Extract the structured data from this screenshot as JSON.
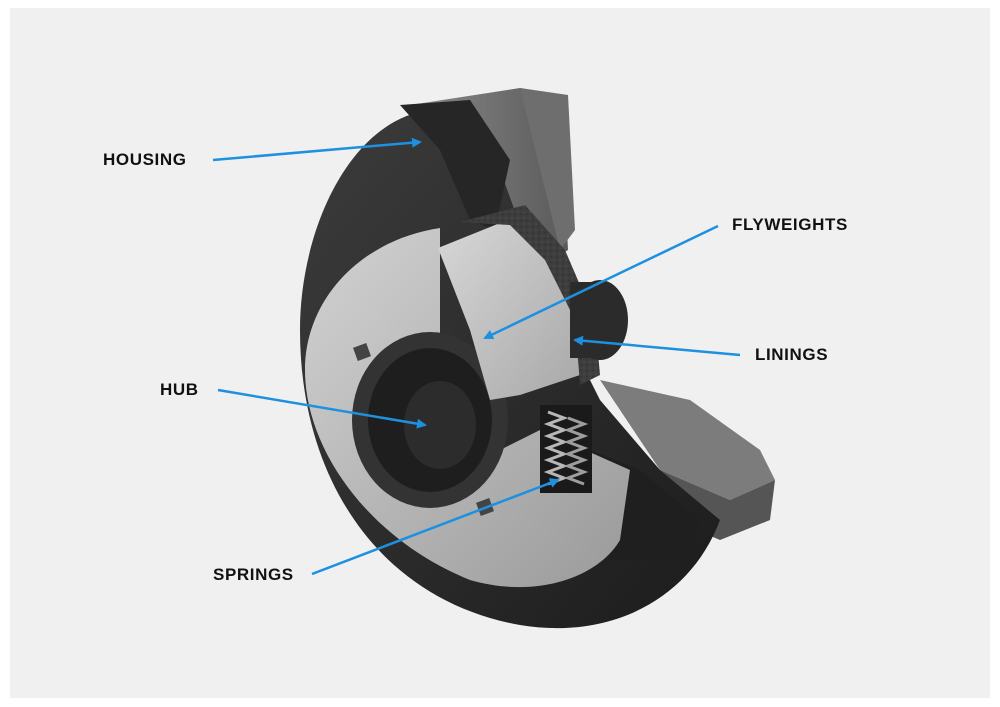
{
  "diagram": {
    "labels": {
      "housing": "HOUSING",
      "flyweights": "FLYWEIGHTS",
      "linings": "LININGS",
      "hub": "HUB",
      "springs": "SPRINGS"
    },
    "colors": {
      "background": "#f0f0f0",
      "arrow": "#1e90e0",
      "label_text": "#111111",
      "body_dark": "#2a2a2a",
      "plate_grey": "#bdbdbd",
      "lining_dark": "#3a3a3a"
    },
    "illustration": "centrifugal-clutch-cutaway"
  }
}
